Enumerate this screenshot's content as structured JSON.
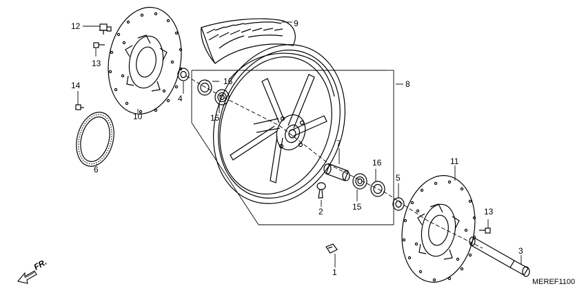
{
  "callouts": {
    "c1": "1",
    "c2": "2",
    "c3": "3",
    "c4": "4",
    "c5": "5",
    "c6": "6",
    "c7": "7",
    "c8": "8",
    "c9": "9",
    "c10": "10",
    "c11": "11",
    "c12": "12",
    "c13a": "13",
    "c13b": "13",
    "c14": "14",
    "c15a": "15",
    "c15b": "15",
    "c16a": "16",
    "c16b": "16"
  },
  "direction_label": "FR.",
  "diagram_code": "MEREF1100"
}
